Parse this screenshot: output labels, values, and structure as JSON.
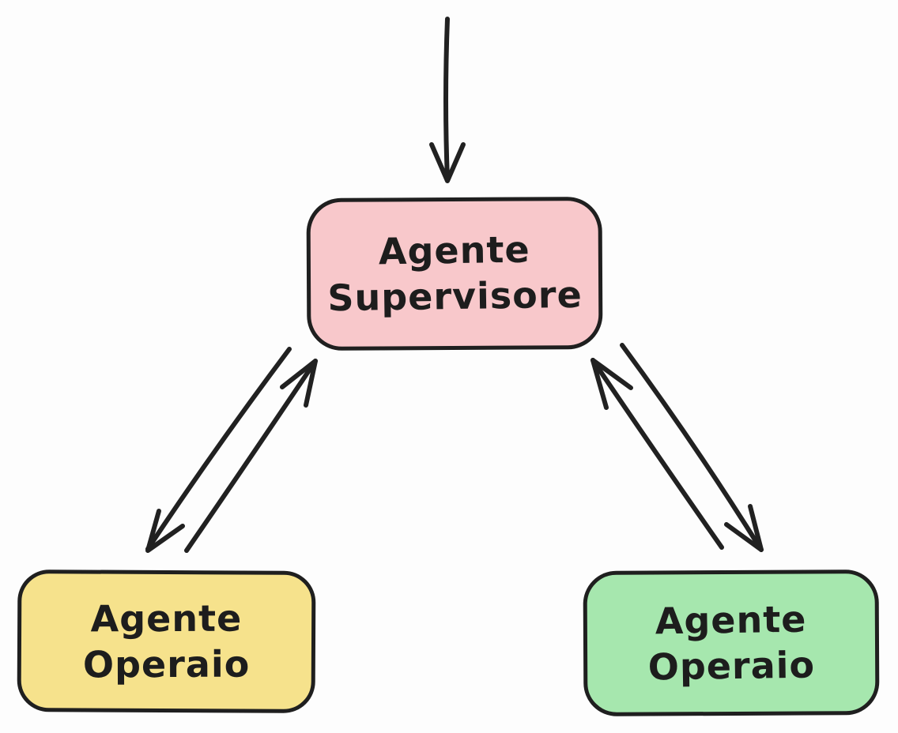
{
  "canvas": {
    "background": "#fdfdfd",
    "stroke_color": "#212121",
    "text_color": "#1d1d1d"
  },
  "diagram": {
    "nodes": [
      {
        "id": "supervisor",
        "label": "Agente Supervisore",
        "fill": "#f8c8cb"
      },
      {
        "id": "worker-left",
        "label": "Agente Operaio",
        "fill": "#f6e28c"
      },
      {
        "id": "worker-right",
        "label": "Agente Operaio",
        "fill": "#a6e7ae"
      }
    ],
    "edges": [
      {
        "id": "entry-to-supervisor",
        "from": "external",
        "to": "supervisor",
        "style": "hand-drawn-arrow"
      },
      {
        "id": "supervisor-to-left-worker",
        "from": "supervisor",
        "to": "worker-left",
        "style": "hand-drawn-arrow"
      },
      {
        "id": "left-worker-to-supervisor",
        "from": "worker-left",
        "to": "supervisor",
        "style": "hand-drawn-arrow"
      },
      {
        "id": "supervisor-to-right-worker",
        "from": "supervisor",
        "to": "worker-right",
        "style": "hand-drawn-arrow"
      },
      {
        "id": "right-worker-to-supervisor",
        "from": "worker-right",
        "to": "supervisor",
        "style": "hand-drawn-arrow"
      }
    ]
  }
}
